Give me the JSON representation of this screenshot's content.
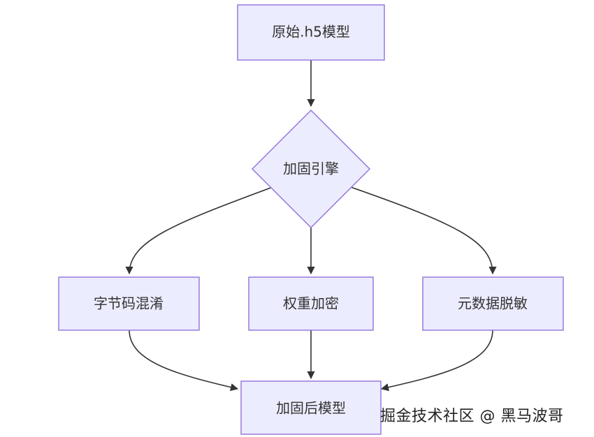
{
  "nodes": {
    "original": "原始.h5模型",
    "engine": "加固引擎",
    "bytecode": "字节码混淆",
    "weights": "权重加密",
    "metadata": "元数据脱敏",
    "hardened": "加固后模型"
  },
  "watermark": "掘金技术社区 @ 黑马波哥",
  "colors": {
    "node_fill": "#ececff",
    "node_stroke": "#9370db",
    "edge": "#333333",
    "text": "#333333"
  }
}
